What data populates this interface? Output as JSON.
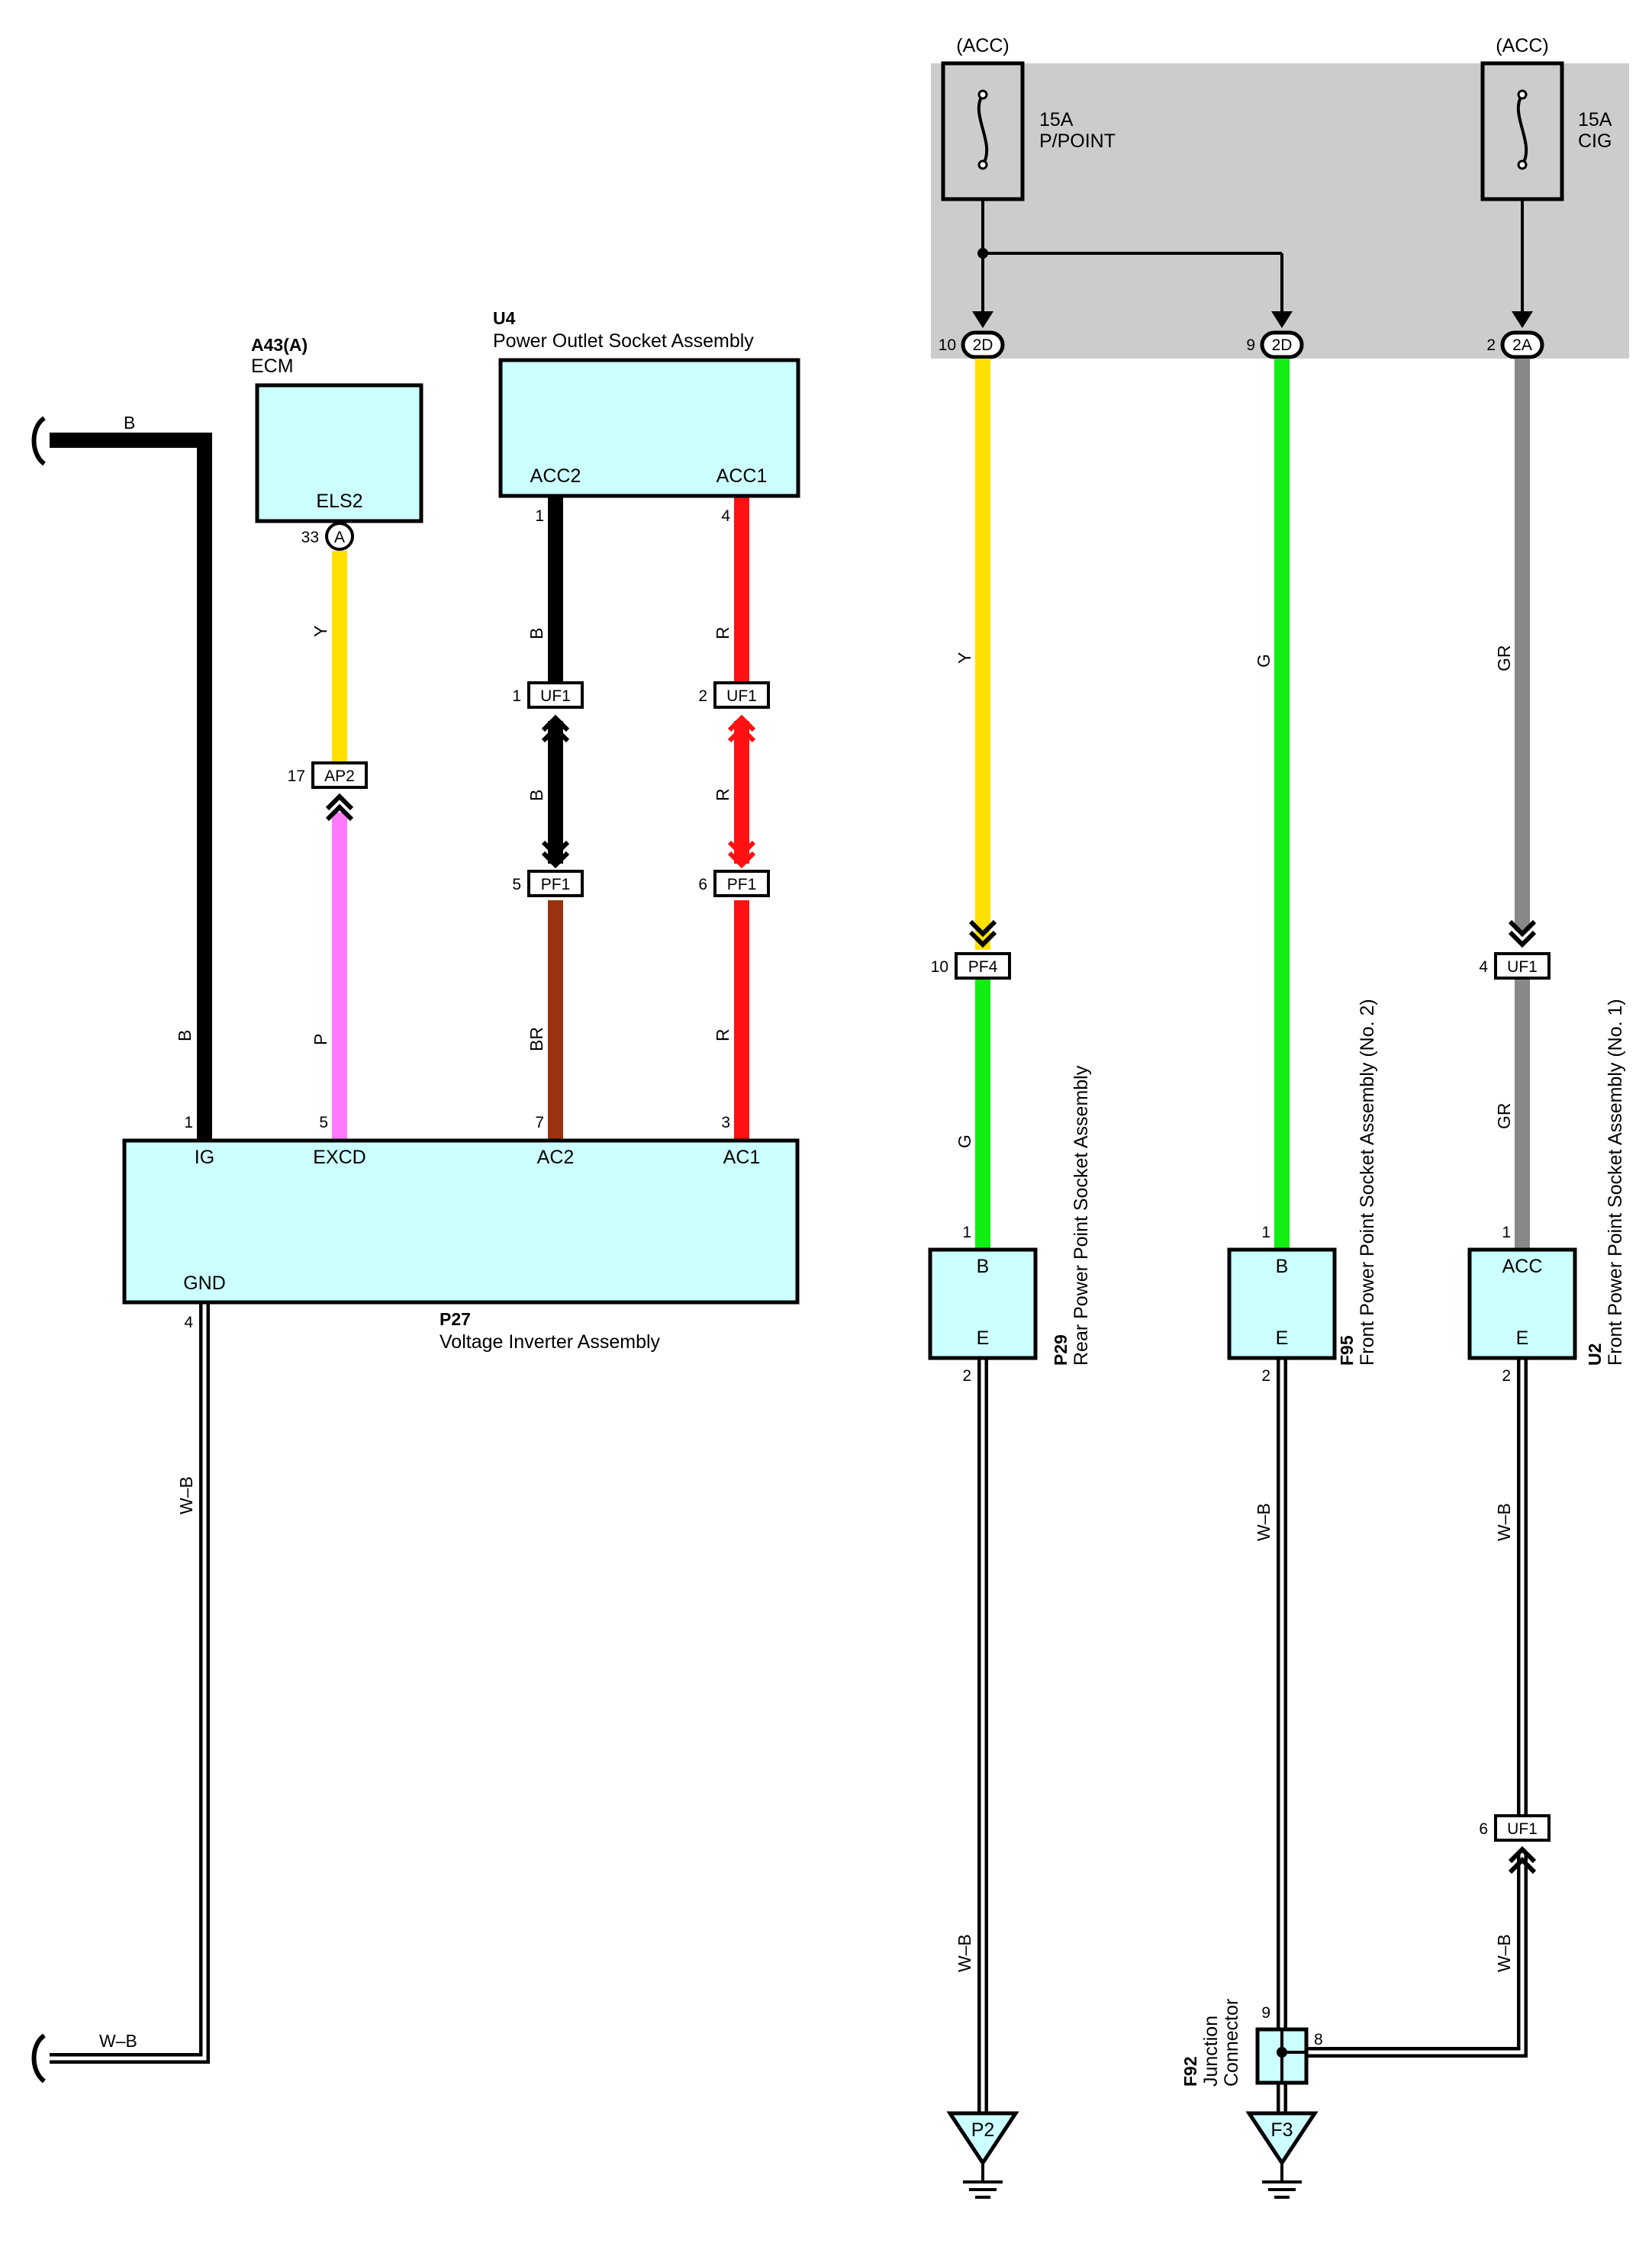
{
  "colors": {
    "B": "#000000",
    "Y": "#ffe000",
    "P": "#ff7aff",
    "BR": "#993311",
    "R": "#ff1111",
    "G": "#11ee11",
    "GR": "#888888",
    "WB": "#000000",
    "box_fill": "#ccffff",
    "junction_block": "#cccccc"
  },
  "junction_block": {
    "fuses": [
      {
        "tag": "(ACC)",
        "rating": "15A",
        "name": "P/POINT"
      },
      {
        "tag": "(ACC)",
        "rating": "15A",
        "name": "CIG"
      }
    ],
    "terminals": [
      {
        "pin": "10",
        "conn": "2D"
      },
      {
        "pin": "9",
        "conn": "2D"
      },
      {
        "pin": "2",
        "conn": "2A"
      }
    ]
  },
  "components": {
    "ecm": {
      "code": "A43(A)",
      "name": "ECM",
      "term": "ELS2",
      "pin": "33",
      "pin_letter": "A"
    },
    "u4": {
      "code": "U4",
      "name": "Power Outlet Socket Assembly",
      "term1": "ACC2",
      "term2": "ACC1",
      "pin1": "1",
      "pin2": "4"
    },
    "p27": {
      "code": "P27",
      "name": "Voltage Inverter Assembly",
      "terms": [
        "IG",
        "EXCD",
        "AC2",
        "AC1"
      ],
      "pins": [
        "1",
        "5",
        "7",
        "3"
      ],
      "gnd": "GND",
      "gnd_pin": "4"
    },
    "p29": {
      "code": "P29",
      "name": "Rear Power Point Socket Assembly",
      "top": "B",
      "bottom": "E",
      "top_pin": "1",
      "bottom_pin": "2"
    },
    "f95": {
      "code": "F95",
      "name": "Front Power Point Socket Assembly (No. 2)",
      "top": "B",
      "bottom": "E",
      "top_pin": "1",
      "bottom_pin": "2"
    },
    "u2": {
      "code": "U2",
      "name": "Front Power Point Socket Assembly (No. 1)",
      "top": "ACC",
      "bottom": "E",
      "top_pin": "1",
      "bottom_pin": "2"
    },
    "f92": {
      "code": "F92",
      "name1": "Junction",
      "name2": "Connector",
      "pin_top": "9",
      "pin_right": "8"
    }
  },
  "connectors": {
    "uf1_a": {
      "pin": "1",
      "name": "UF1"
    },
    "uf1_b": {
      "pin": "2",
      "name": "UF1"
    },
    "ap2": {
      "pin": "17",
      "name": "AP2"
    },
    "pf1_a": {
      "pin": "5",
      "name": "PF1"
    },
    "pf1_b": {
      "pin": "6",
      "name": "PF1"
    },
    "pf4": {
      "pin": "10",
      "name": "PF4"
    },
    "uf1_c": {
      "pin": "4",
      "name": "UF1"
    },
    "uf1_d": {
      "pin": "6",
      "name": "UF1"
    }
  },
  "grounds": {
    "p2": "P2",
    "f3": "F3"
  },
  "wires": {
    "b_top": "B",
    "b_side": "B",
    "ecm_y": "Y",
    "ecm_p": "P",
    "u4_b1": "B",
    "u4_b2": "B",
    "u4_br": "BR",
    "u4_r1": "R",
    "u4_r2": "R",
    "u4_r3": "R",
    "gnd_wb1": "W–B",
    "gnd_wb2": "W–B",
    "p29_y": "Y",
    "p29_g": "G",
    "p29_wb": "W–B",
    "f95_g": "G",
    "f95_wb": "W–B",
    "u2_gr1": "GR",
    "u2_gr2": "GR",
    "u2_wb1": "W–B",
    "u2_wb2": "W–B"
  }
}
